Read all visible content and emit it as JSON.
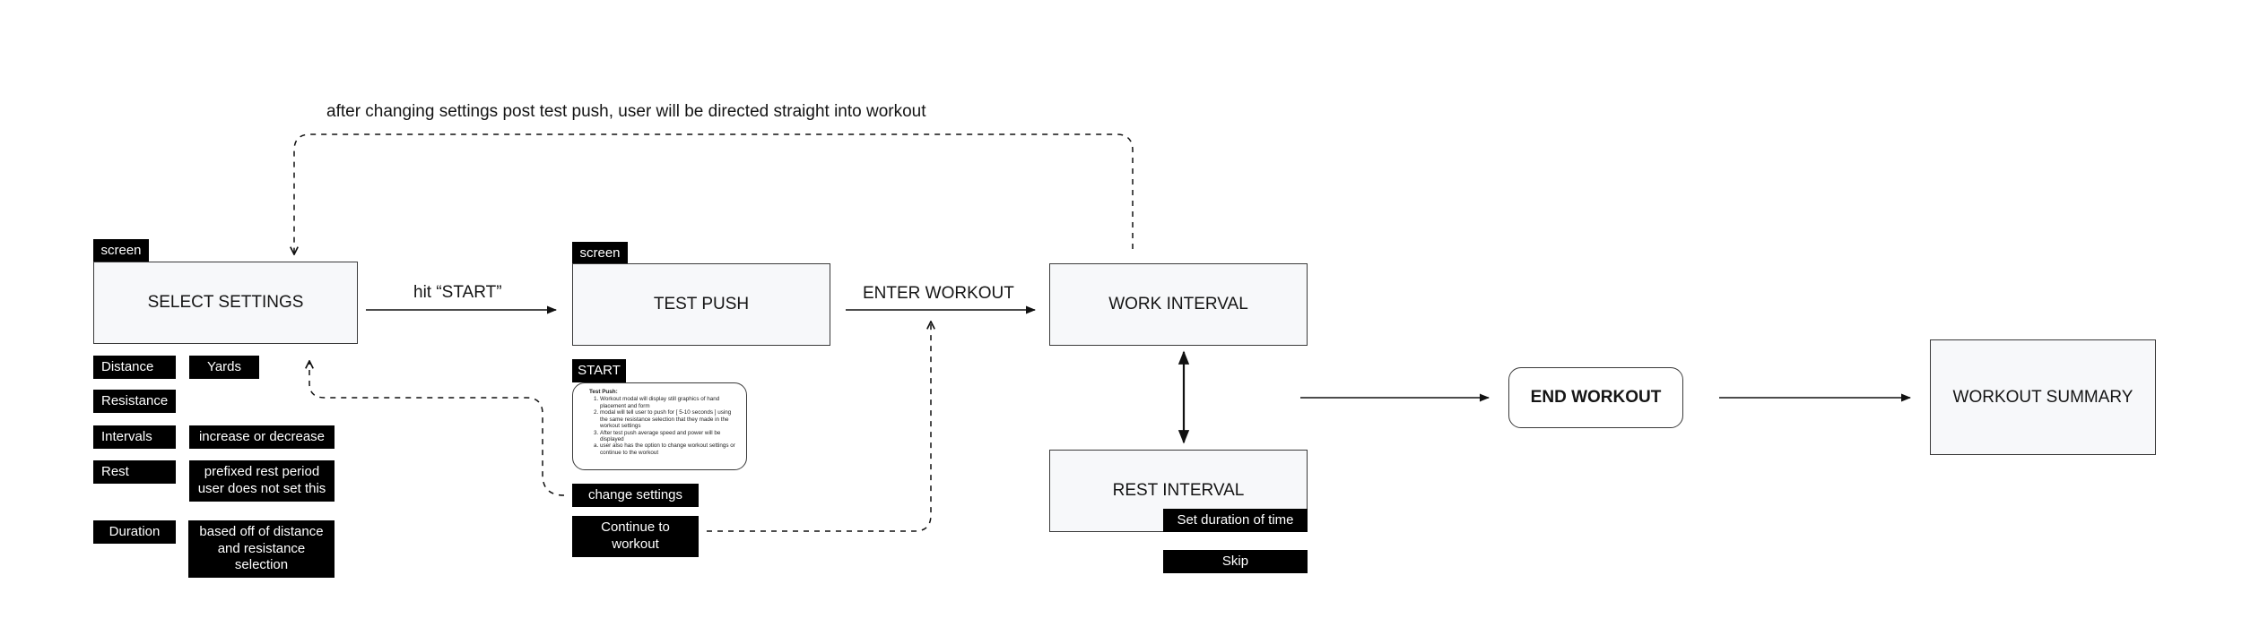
{
  "diagram": {
    "top_note": "after changing settings post test push, user will be directed straight into workout",
    "screen_tag_1": "screen",
    "screen_tag_2": "screen",
    "nodes": {
      "select_settings": "SELECT SETTINGS",
      "test_push": "TEST PUSH",
      "work_interval": "WORK INTERVAL",
      "rest_interval": "REST INTERVAL",
      "end_workout": "END WORKOUT",
      "workout_summary": "WORKOUT SUMMARY"
    },
    "edges": {
      "hit_start": "hit “START”",
      "enter_workout": "ENTER WORKOUT"
    },
    "settings_fields": {
      "distance": "Distance",
      "yards": "Yards",
      "resistance": "Resistance",
      "intervals": "Intervals",
      "intervals_desc": "increase or decrease",
      "rest": "Rest",
      "rest_desc": "prefixed rest period user does not set this",
      "duration": "Duration",
      "duration_desc": "based off of distance and resistance selection"
    },
    "test_push_panel": {
      "start_tag": "START",
      "title": "Test Push:",
      "steps": [
        "Workout modal will display still graphics of hand placement and form",
        "modal will tell user to push for [ 5-10 seconds ] using the same resistance selection that they made in the workout settings",
        "After test push average speed and power will be displayed"
      ],
      "sub_step": "user also has the option to change workout settings or continue to the workout",
      "change_settings": "change settings",
      "continue_to_workout": "Continue to workout"
    },
    "rest_panel": {
      "set_duration": "Set duration of time",
      "skip": "Skip"
    }
  }
}
